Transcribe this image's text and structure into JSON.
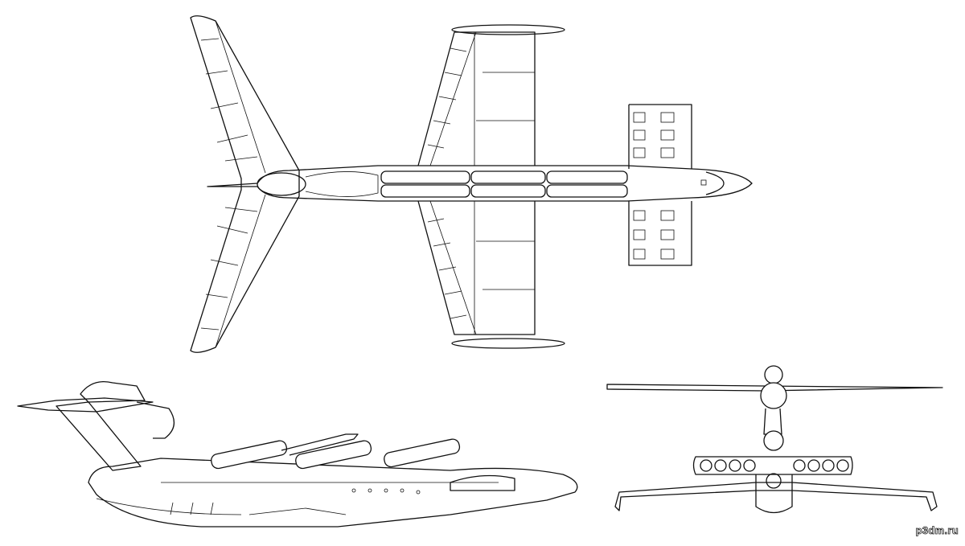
{
  "watermark": "p3dm.ru",
  "views": [
    "top-view",
    "side-view",
    "front-view"
  ]
}
